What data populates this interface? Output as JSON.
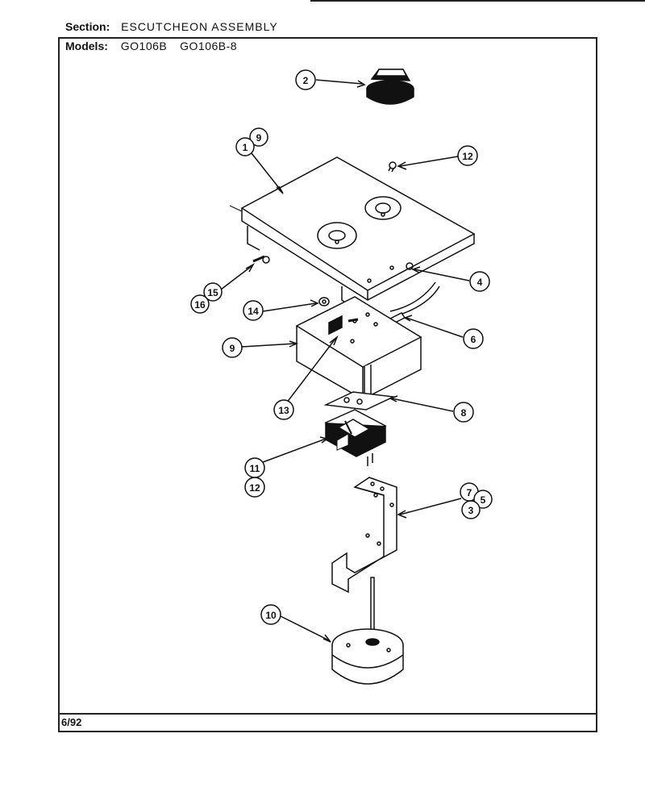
{
  "section_label": "Section:",
  "section_value": "ESCUTCHEON ASSEMBLY",
  "models_label": "Models:",
  "models": [
    "GO106B",
    "GO106B-8"
  ],
  "footer_date": "6/92",
  "callouts": [
    "2",
    "9",
    "1",
    "12",
    "4",
    "15",
    "16",
    "14",
    "6",
    "9",
    "13",
    "8",
    "11",
    "12",
    "7",
    "5",
    "3",
    "10"
  ]
}
